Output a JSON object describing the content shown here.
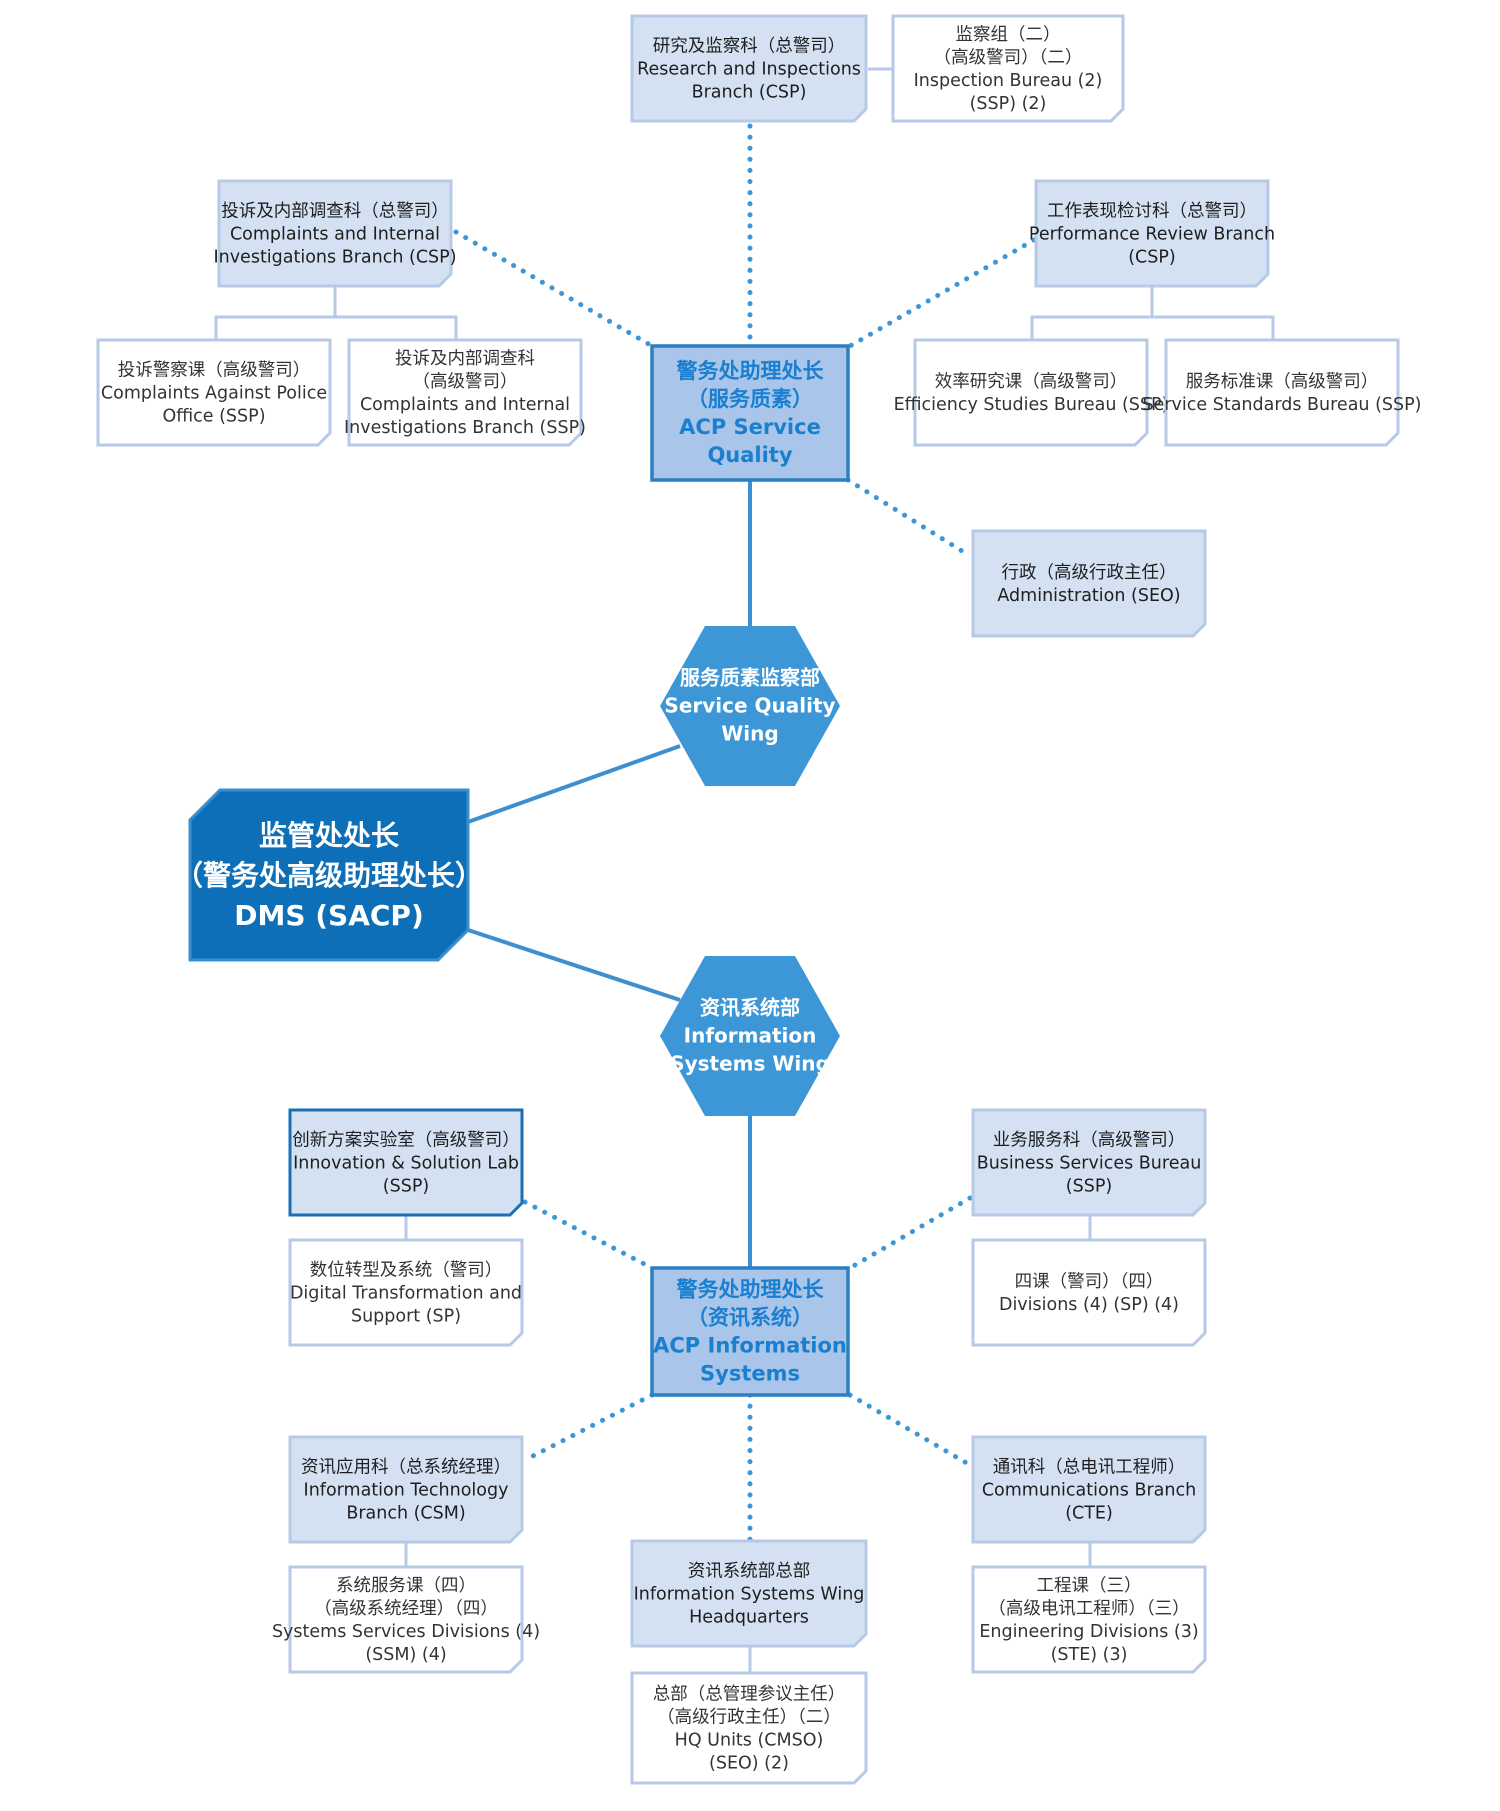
{
  "diagram": {
    "root": {
      "lines": [
        "监管处处长",
        "（警务处高级助理处长）",
        "DMS (SACP)"
      ]
    },
    "wings": [
      {
        "id": "sqw",
        "lines": [
          "服务质素监察部",
          "Service Quality",
          "Wing"
        ]
      },
      {
        "id": "isw",
        "lines": [
          "资讯系统部",
          "Information",
          "Systems Wing"
        ]
      }
    ],
    "acps": [
      {
        "id": "acp_sq",
        "lines": [
          "警务处助理处长",
          "（服务质素）",
          "ACP Service",
          "Quality"
        ]
      },
      {
        "id": "acp_is",
        "lines": [
          "警务处助理处长",
          "（资讯系统）",
          "ACP Information",
          "Systems"
        ]
      }
    ],
    "units": [
      {
        "id": "rib",
        "lines": [
          "研究及监察科（总警司）",
          "Research and Inspections",
          "Branch (CSP)"
        ]
      },
      {
        "id": "ib",
        "lines": [
          "监察组（二）",
          "（高级警司）（二）",
          "Inspection Bureau (2)",
          "(SSP) (2)"
        ]
      },
      {
        "id": "ciib",
        "lines": [
          "投诉及内部调查科（总警司）",
          "Complaints and Internal",
          "Investigations Branch (CSP)"
        ]
      },
      {
        "id": "capo",
        "lines": [
          "投诉警察课（高级警司）",
          "Complaints Against Police",
          "Office (SSP)"
        ]
      },
      {
        "id": "ciib_ssp",
        "lines": [
          "投诉及内部调查科",
          "（高级警司）",
          "Complaints and Internal",
          "Investigations Branch (SSP)"
        ]
      },
      {
        "id": "prb",
        "lines": [
          "工作表现检讨科（总警司）",
          "Performance Review Branch",
          "(CSP)"
        ]
      },
      {
        "id": "esb",
        "lines": [
          "效率研究课（高级警司）",
          "Efficiency Studies Bureau (SSP)"
        ]
      },
      {
        "id": "ssb",
        "lines": [
          "服务标准课（高级警司）",
          "Service Standards Bureau (SSP)"
        ]
      },
      {
        "id": "admin",
        "lines": [
          "行政（高级行政主任）",
          "Administration (SEO)"
        ]
      },
      {
        "id": "isl",
        "lines": [
          "创新方案实验室（高级警司）",
          "Innovation & Solution Lab",
          "(SSP)"
        ]
      },
      {
        "id": "dts",
        "lines": [
          "数位转型及系统（警司）",
          "Digital Transformation and",
          "Support (SP)"
        ]
      },
      {
        "id": "bsb",
        "lines": [
          "业务服务科（高级警司）",
          "Business Services Bureau",
          "(SSP)"
        ]
      },
      {
        "id": "div4",
        "lines": [
          "四课（警司）（四）",
          "Divisions (4) (SP) (4)"
        ]
      },
      {
        "id": "itb",
        "lines": [
          "资讯应用科（总系统经理）",
          "Information Technology",
          "Branch (CSM)"
        ]
      },
      {
        "id": "ssd",
        "lines": [
          "系统服务课（四）",
          "（高级系统经理）（四）",
          "Systems Services Divisions (4)",
          "(SSM) (4)"
        ]
      },
      {
        "id": "cb",
        "lines": [
          "通讯科（总电讯工程师）",
          "Communications Branch",
          "(CTE)"
        ]
      },
      {
        "id": "ed",
        "lines": [
          "工程课（三）",
          "（高级电讯工程师）（三）",
          "Engineering Divisions (3)",
          "(STE) (3)"
        ]
      },
      {
        "id": "iswhq",
        "lines": [
          "资讯系统部总部",
          "Information Systems Wing",
          "Headquarters"
        ]
      },
      {
        "id": "hqu",
        "lines": [
          "总部（总管理参议主任）",
          "（高级行政主任）（二）",
          "HQ Units (CMSO)",
          "(SEO) (2)"
        ]
      }
    ]
  }
}
